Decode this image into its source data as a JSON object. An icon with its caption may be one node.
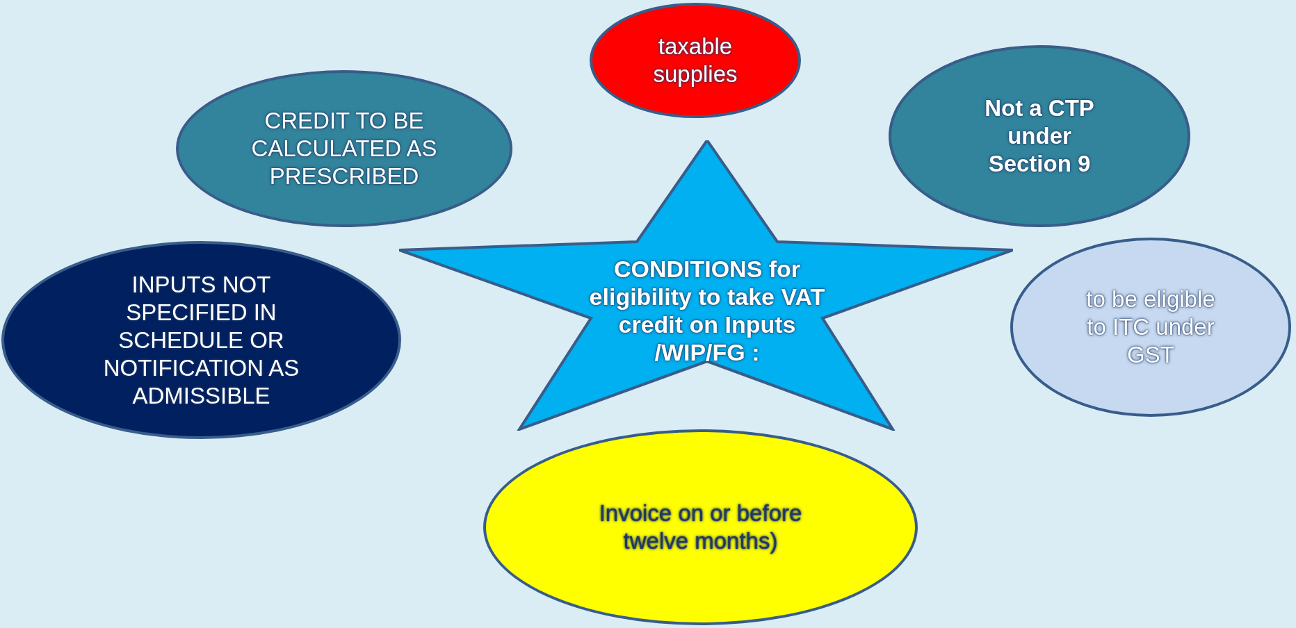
{
  "diagram": {
    "nodes": [
      {
        "text": [
          "CREDIT TO BE CALCULATED AS PRESCRIBED"
        ]
      },
      {
        "text": [
          "taxable supplies"
        ]
      },
      {
        "text": [
          "Not a CTP under Section 9"
        ]
      },
      {
        "text": [
          "CONDITIONS for  eligibility to take VAT credit on Inputs /WIP/FG :"
        ]
      },
      {
        "text": [
          "INPUTS NOT SPECIFIED IN SCHEDULE OR NOTIFICATION AS ADMISSIBLE"
        ]
      },
      {
        "text": [
          "to be eligible to ITC  under GST"
        ]
      },
      {
        "text": [
          "Invoice  on or before twelve months)"
        ]
      }
    ]
  }
}
